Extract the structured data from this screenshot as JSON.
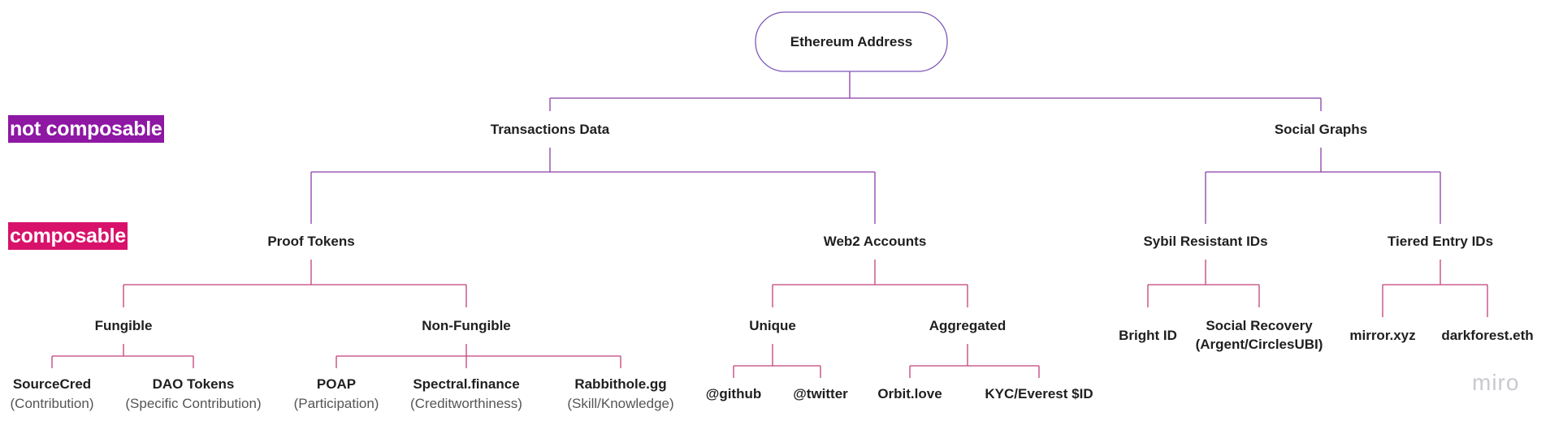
{
  "colors": {
    "top_line": "#8a3fa7",
    "branch_line": "#c2407a",
    "not_composable_bg": "#8e17a3",
    "composable_bg": "#d8126b",
    "root_border": "#7e57b8"
  },
  "labels": {
    "not_composable": "not composable",
    "composable": "composable",
    "watermark": "miro"
  },
  "tree": {
    "root": "Ethereum Address",
    "transactions": "Transactions Data",
    "social": "Social Graphs",
    "proof_tokens": "Proof Tokens",
    "web2": "Web2 Accounts",
    "sybil": "Sybil Resistant IDs",
    "tiered": "Tiered Entry IDs",
    "fungible": "Fungible",
    "non_fungible": "Non-Fungible",
    "unique": "Unique",
    "aggregated": "Aggregated",
    "sourcecred": "SourceCred",
    "sourcecred_sub": "(Contribution)",
    "dao": "DAO Tokens",
    "dao_sub": "(Specific Contribution)",
    "poap": "POAP",
    "poap_sub": "(Participation)",
    "spectral": "Spectral.finance",
    "spectral_sub": "(Creditworthiness)",
    "rabbithole": "Rabbithole.gg",
    "rabbithole_sub": "(Skill/Knowledge)",
    "github": "@github",
    "twitter": "@twitter",
    "orbit": "Orbit.love",
    "kyc": "KYC/Everest $ID",
    "brightid": "Bright ID",
    "social_recovery": "Social Recovery",
    "social_recovery_sub": "(Argent/CirclesUBI)",
    "mirror": "mirror.xyz",
    "darkforest": "darkforest.eth"
  }
}
